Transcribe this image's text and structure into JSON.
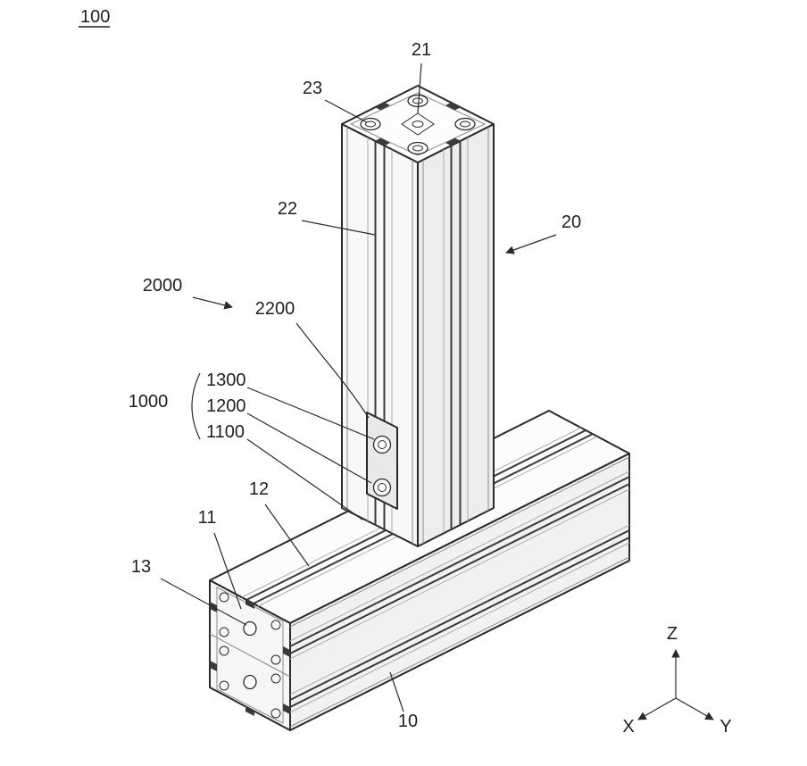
{
  "figure": {
    "labels": {
      "ref100": "100",
      "ref21": "21",
      "ref23": "23",
      "ref22": "22",
      "ref20": "20",
      "ref2000": "2000",
      "ref2200": "2200",
      "ref1300": "1300",
      "ref1200": "1200",
      "ref1100": "1100",
      "ref1000": "1000",
      "ref12": "12",
      "ref11": "11",
      "ref13": "13",
      "ref10": "10"
    },
    "axes": {
      "x": "X",
      "y": "Y",
      "z": "Z"
    },
    "colors": {
      "line": "#2a2a2a",
      "background": "#ffffff",
      "face_light": "#f8f8f8",
      "face_shade": "#ededed",
      "slot": "#3a3a3a"
    }
  }
}
